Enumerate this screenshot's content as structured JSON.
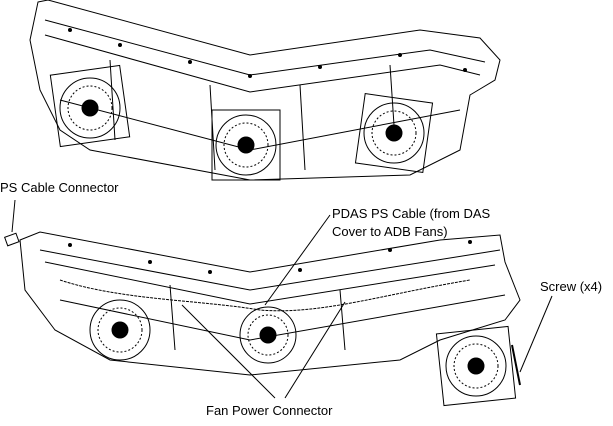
{
  "labels": {
    "ps_cable_connector": "PS Cable Connector",
    "pdas_cable_line1": "PDAS PS Cable (from DAS",
    "pdas_cable_line2": "Cover to ADB Fans)",
    "screw": "Screw (x4)",
    "fan_power_connector": "Fan Power Connector"
  }
}
